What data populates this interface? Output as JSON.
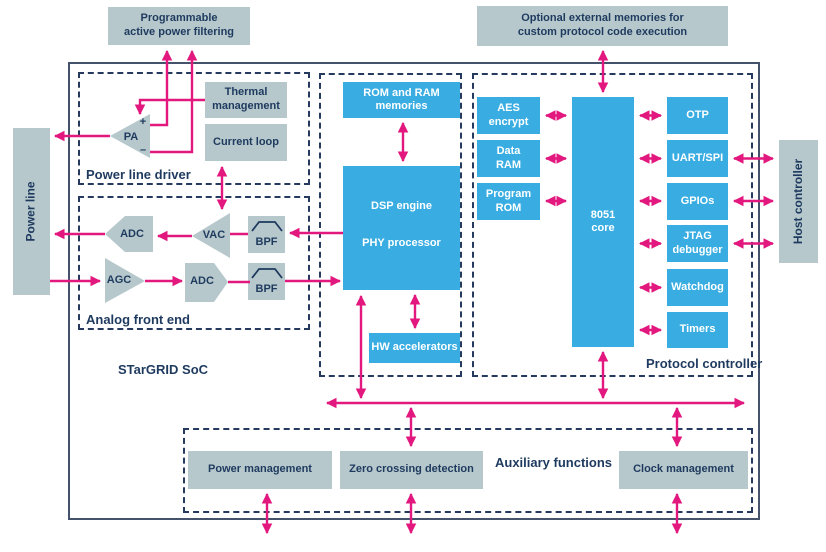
{
  "colors": {
    "block_blue": "#39ADE2",
    "block_gray": "#B6C8CB",
    "arrow_magenta": "#E2187F",
    "text_navy": "#1E3A5F",
    "soc_border": "#44526B",
    "dashed_border": "#26395E"
  },
  "soc": {
    "title": "STarGRID SoC"
  },
  "external": {
    "power_filtering": "Programmable\nactive power filtering",
    "external_memories": "Optional external memories for\ncustom protocol code execution",
    "power_line": "Power line",
    "host_controller": "Host controller"
  },
  "power_line_driver": {
    "label": "Power line driver",
    "thermal": "Thermal\nmanagement",
    "current_loop": "Current loop",
    "pa": "PA",
    "plus": "+",
    "minus": "–"
  },
  "afe": {
    "label": "Analog front end",
    "adc_rx": "ADC",
    "vac": "VAC",
    "bpf_rx": "BPF",
    "agc": "AGC",
    "adc_tx": "ADC",
    "bpf_tx": "BPF"
  },
  "phy": {
    "rom_ram": "ROM and RAM\nmemories",
    "dsp": "DSP engine",
    "phy": "PHY processor",
    "hw_accel": "HW accelerators"
  },
  "protocol": {
    "label": "Protocol controller",
    "aes": "AES\nencrypt",
    "data_ram": "Data\nRAM",
    "program_rom": "Program\nROM",
    "core": "8051\ncore",
    "otp": "OTP",
    "uart_spi": "UART/SPI",
    "gpios": "GPIOs",
    "jtag": "JTAG\ndebugger",
    "watchdog": "Watchdog",
    "timers": "Timers"
  },
  "aux": {
    "label": "Auxiliary\nfunctions",
    "power_mgmt": "Power management",
    "zero_crossing": "Zero crossing detection",
    "clock_mgmt": "Clock management"
  }
}
